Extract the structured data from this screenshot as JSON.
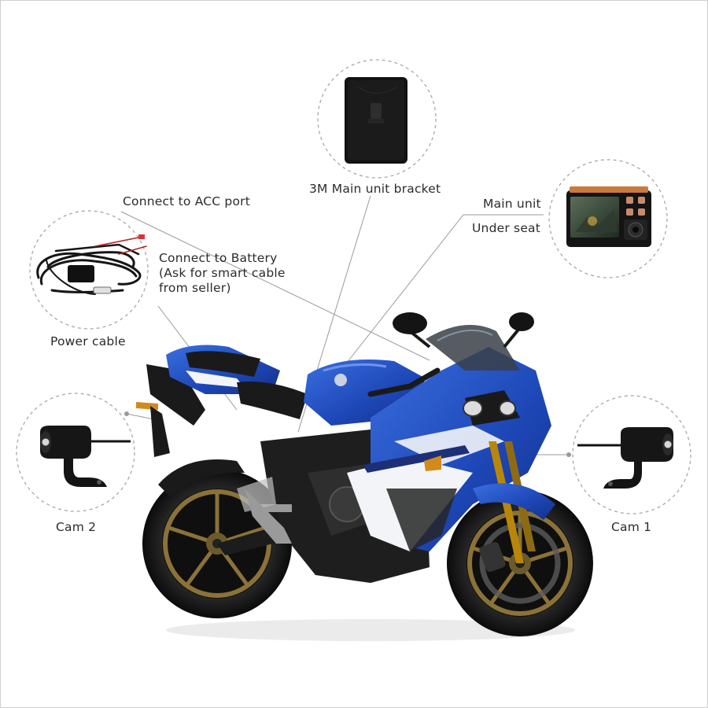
{
  "labels": {
    "acc_port": "Connect to ACC port",
    "bracket": "3M Main unit bracket",
    "main_unit": "Main unit",
    "under_seat": "Under seat",
    "battery_line1": "Connect to Battery",
    "battery_line2": "(Ask for smart cable",
    "battery_line3": "from seller)",
    "power_cable": "Power cable",
    "cam2": "Cam 2",
    "cam1": "Cam 1"
  },
  "colors": {
    "motorcycle_blue": "#1f4fc4",
    "motorcycle_white": "#f2f4f8",
    "motorcycle_black": "#1a1a1a",
    "wheel_gold": "#8a7238",
    "device_body": "#151515",
    "callout_line": "#9a9a9a",
    "circle_border": "#a8a8a8"
  },
  "icons": [
    "cable-harness-icon",
    "bracket-pad-icon",
    "main-unit-dvr-icon",
    "rear-camera-icon",
    "front-camera-icon",
    "motorcycle-illustration"
  ]
}
